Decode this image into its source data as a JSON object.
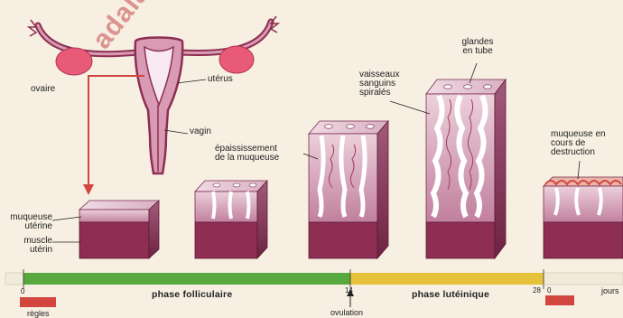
{
  "watermark": "adalab",
  "labels": {
    "ovaire": "ovaire",
    "uterus": "utérus",
    "vagin": "vagin",
    "glandes": [
      "glandes",
      "en tube"
    ],
    "vaisseaux": [
      "vaisseaux",
      "sanguins",
      "spiralés"
    ],
    "epaississement": [
      "épaississement",
      "de la muqueuse"
    ],
    "destruction": [
      "muqueuse en",
      "cours de",
      "destruction"
    ],
    "muqueuse": [
      "muqueuse",
      "utérine"
    ],
    "muscle": [
      "muscle",
      "utérin"
    ]
  },
  "timeline": {
    "phase_folliculaire": "phase folliculaire",
    "phase_luteinique": "phase lutéinique",
    "tick_0": "0",
    "tick_14": "14",
    "tick_28": "28",
    "tick_0b": "0",
    "jours": "jours",
    "regles": "règles",
    "ovulation": "ovulation"
  },
  "colors": {
    "muscle": "#8e2e52",
    "mucosa": "#c58aa5",
    "mucosa_light": "#e6c5d2",
    "follicular_bar": "#57a83e",
    "luteal_bar": "#e6c23a",
    "menses": "#d2463f",
    "arrow": "#d2463f"
  }
}
